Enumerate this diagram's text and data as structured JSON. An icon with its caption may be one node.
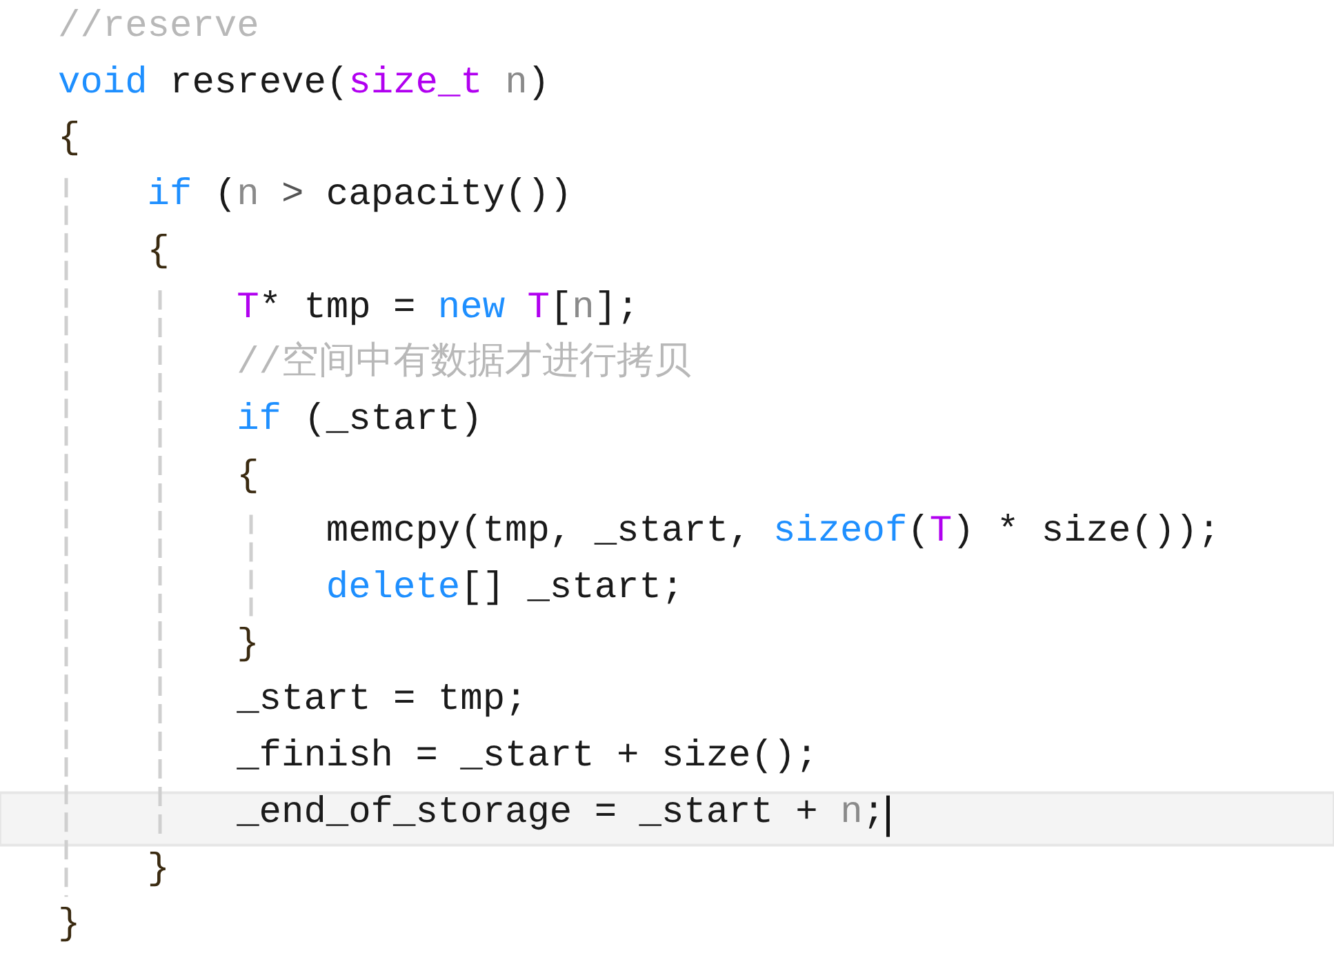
{
  "diagram": {
    "labels": [
      "//reserve",
      "void resreve(size_t n)",
      "{",
      "if (n > capacity())",
      "{",
      "T* tmp = new T[n];",
      "//空间中有数据才进行拷贝",
      "if (_start)",
      "{",
      "memcpy(tmp, _start, sizeof(T) * size());",
      "delete[] _start;",
      "}",
      "_start = tmp;",
      "_finish = _start + size();",
      "_end_of_storage = _start + n;",
      "}",
      "}"
    ]
  }
}
